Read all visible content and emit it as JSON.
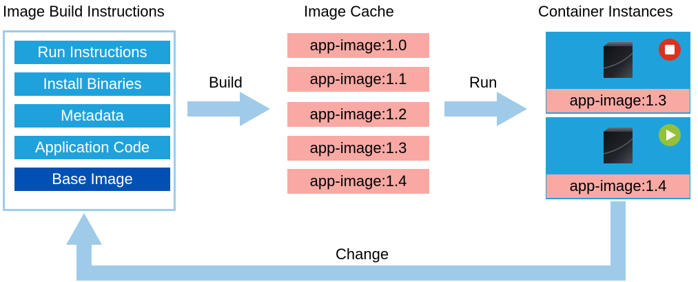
{
  "headers": {
    "instructions": "Image Build Instructions",
    "cache": "Image Cache",
    "containers": "Container Instances"
  },
  "instructions": {
    "layers": [
      "Run Instructions",
      "Install Binaries",
      "Metadata",
      "Application Code",
      "Base Image"
    ]
  },
  "cache": {
    "images": [
      "app-image:1.0",
      "app-image:1.1",
      "app-image:1.2",
      "app-image:1.3",
      "app-image:1.4"
    ]
  },
  "containers": [
    {
      "tag": "app-image:1.3",
      "status_icon": "stop-icon",
      "status_color": "#d9321d"
    },
    {
      "tag": "app-image:1.4",
      "status_icon": "play-icon",
      "status_color": "#95c13a"
    }
  ],
  "arrows": {
    "build": "Build",
    "run": "Run",
    "change": "Change"
  },
  "colors": {
    "layer_light": "#1fa2dc",
    "layer_dark": "#0350b4",
    "tag_pink": "#f8a9a4",
    "arrow": "#9fcbe9"
  }
}
